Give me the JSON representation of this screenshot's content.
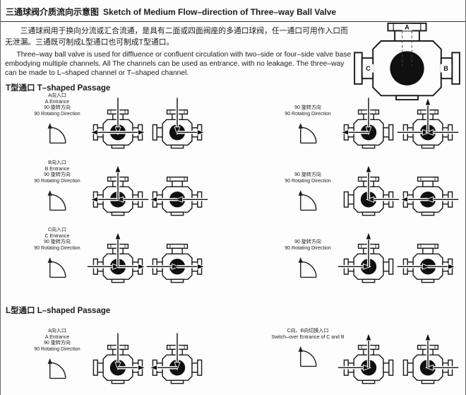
{
  "page": {
    "title_zh": "三通球阀介质流向示意图",
    "title_en": "Sketch of Medium Flow–direction of Three–way Ball Valve"
  },
  "intro": {
    "zh": "三通球阀用于换向分流或汇合流通，是具有二面或四面阀座的多通口球阀，任一通口可用作入口而无泄漏。三通既可制成L型通口也可制成T型通口。",
    "en": "Three–way ball valve is used for diffluence or confluent circulation with two–side or four–side valve base embodying multiple channels. All The channels can be used as entrance, with no leakage. The three–way can be made to L–shaped channel or T–shaped channel."
  },
  "overview": {
    "port_a": "A",
    "port_b": "B",
    "port_c": "C"
  },
  "sections": [
    {
      "heading": "T型通口  T–shaped Passage",
      "rows": [
        {
          "left": {
            "labels": [
              "A向入口",
              "A Entrance",
              "90  旋转方向",
              "90 Rotating Direction"
            ],
            "valves": [
              [
                "down-in",
                "left-out",
                "right-out"
              ],
              [
                "down-in",
                "right-out"
              ]
            ]
          },
          "right": {
            "labels": [
              "90  旋转方向",
              "90 Rotating Direction"
            ],
            "valves": [
              [
                "down-in",
                "left-out"
              ],
              [
                "left-in",
                "right-in",
                "up-out"
              ]
            ]
          }
        },
        {
          "left": {
            "labels": [
              "B向入口",
              "B Entrance",
              "90  旋转方向",
              "90 Rotating Direction"
            ],
            "valves": [
              [
                "right-in",
                "left-out",
                "up-out"
              ],
              [
                "right-in",
                "left-out"
              ]
            ]
          },
          "right": {
            "labels": [
              "90  旋转方向",
              "90 Rotating Direction"
            ],
            "valves": [
              [
                "right-in",
                "up-out"
              ],
              [
                "right-in",
                "left-out"
              ]
            ]
          }
        },
        {
          "left": {
            "labels": [
              "C向入口",
              "C Entrance",
              "90  旋转方向",
              "90 Rotating Direction"
            ],
            "valves": [
              [
                "left-in",
                "right-out",
                "up-out"
              ],
              [
                "left-in",
                "right-out"
              ]
            ]
          },
          "right": {
            "labels": [
              "90  旋转方向",
              "90 Rotating Direction"
            ],
            "valves": [
              [
                "left-in",
                "up-out"
              ],
              [
                "left-in",
                "right-out"
              ]
            ]
          }
        }
      ]
    },
    {
      "heading": "L型通口  L–shaped Passage",
      "rows": [
        {
          "left": {
            "labels": [
              "A向入口",
              "A Entrance",
              "90  旋转方向",
              "90 Rotating Direction"
            ],
            "valves": [
              [
                "down-in",
                "right-out"
              ],
              [
                "down-in",
                "left-out"
              ]
            ]
          },
          "right": {
            "labels": [
              "C向、B向切换入口",
              "Switch–over Entrance of C and B"
            ],
            "valves": [
              [
                "left-in",
                "up-out"
              ],
              [
                "right-in",
                "up-out"
              ]
            ]
          }
        }
      ]
    }
  ]
}
